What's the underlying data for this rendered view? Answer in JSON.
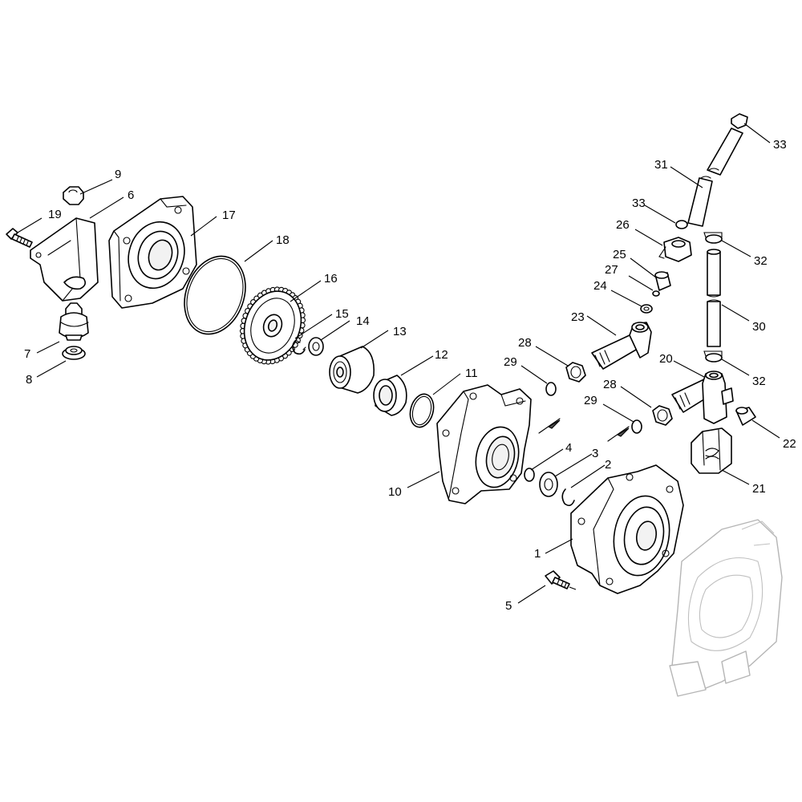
{
  "callouts": {
    "c1": "1",
    "c2": "2",
    "c3": "3",
    "c4": "4",
    "c5": "5",
    "c6": "6",
    "c7": "7",
    "c8": "8",
    "c9": "9",
    "c10": "10",
    "c11": "11",
    "c12": "12",
    "c13": "13",
    "c14": "14",
    "c15": "15",
    "c16": "16",
    "c17": "17",
    "c18": "18",
    "c19": "19",
    "c20": "20",
    "c21": "21",
    "c22": "22",
    "c23": "23",
    "c24": "24",
    "c25": "25",
    "c26": "26",
    "c27": "27",
    "c28a": "28",
    "c28b": "28",
    "c29a": "29",
    "c29b": "29",
    "c30": "30",
    "c31": "31",
    "c32a": "32",
    "c32b": "32",
    "c33a": "33",
    "c33b": "33"
  },
  "colors": {
    "line": "#000000",
    "ghost": "#b5b5b5",
    "background": "#ffffff"
  }
}
